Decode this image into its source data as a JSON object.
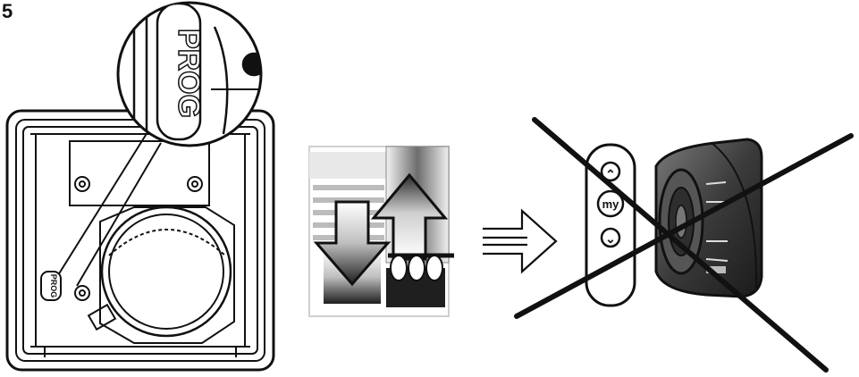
{
  "figure": {
    "step_number": "5",
    "prog_label_zoom": "PROG",
    "prog_label_small": "PROG",
    "remote_buttons": {
      "up_symbol": "⌃",
      "my_label": "my",
      "down_symbol": "⌄"
    },
    "colors": {
      "line": "#111111",
      "background": "#ffffff",
      "shade_light": "#d9d9d9",
      "shade_dark": "#3a3a3a"
    }
  }
}
